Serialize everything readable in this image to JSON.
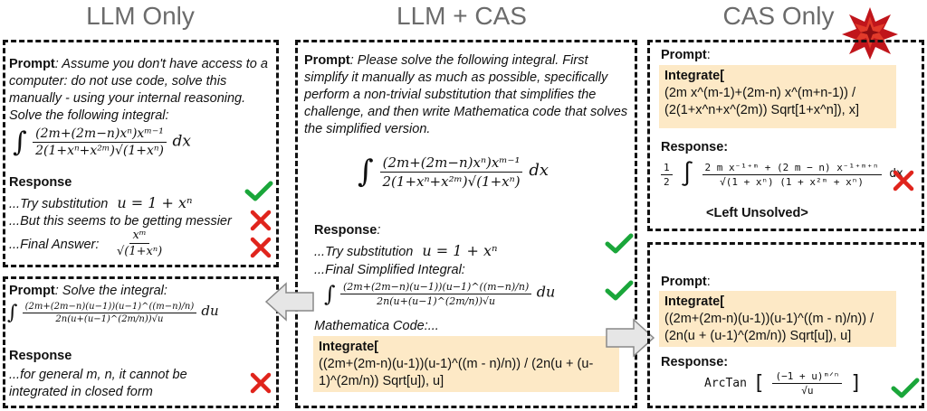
{
  "titles": {
    "llm_only": "LLM Only",
    "llm_cas": "LLM + CAS",
    "cas_only": "CAS Only"
  },
  "left_top": {
    "prompt_label": "Prompt",
    "prompt_text": ": Assume you don't have access to a computer: do not use code, solve this manually - using your internal reasoning. Solve the following integral:",
    "integral_num": "(2m+(2m−n)xⁿ)xᵐ⁻¹",
    "integral_den": "2(1+xⁿ+x²ᵐ)√(1+xⁿ)",
    "dx": "dx",
    "response_label": "Response",
    "line1": "...Try substitution",
    "line1_math": "u = 1 + xⁿ",
    "line2": "...But this seems to be getting messier",
    "line3": "...Final Answer:",
    "answer_num": "xᵐ",
    "answer_den": "√(1+xⁿ)"
  },
  "left_bottom": {
    "prompt_label": "Prompt",
    "prompt_text": ": Solve the integral:",
    "integral_num": "(2m+(2m−n)(u−1))(u−1)^((m−n)/n)",
    "integral_den": "2n(u+(u−1)^(2m/n))√u",
    "du": "du",
    "response_label": "Response",
    "response_text": "...for general m, n, it cannot be integrated in closed form"
  },
  "middle": {
    "prompt_label": "Prompt",
    "prompt_text": ": Please solve the following integral. First simplify it manually as much as possible, specifically perform a non-trivial substitution that simplifies the challenge, and then write Mathematica code that solves the simplified version.",
    "integral_num": "(2m+(2m−n)xⁿ)xᵐ⁻¹",
    "integral_den": "2(1+xⁿ+x²ᵐ)√(1+xⁿ)",
    "dx": "dx",
    "response_label": "Response",
    "line1": "...Try substitution",
    "line1_math": "u = 1 + xⁿ",
    "line2": "...Final Simplified Integral:",
    "simp_num": "(2m+(2m−n)(u−1))(u−1)^((m−n)/n)",
    "simp_den": "2n(u+(u−1)^(2m/n))√u",
    "du": "du",
    "code_label": "Mathematica Code:...",
    "code_head": "Integrate",
    "code_body": "((2m+(2m-n)(u-1))(u-1)^((m - n)/n)) / (2n(u + (u-1)^(2m/n)) Sqrt[u]), u]"
  },
  "right_top": {
    "prompt_label": "Prompt",
    "code_head": "Integrate",
    "code_body": "(2m x^(m-1)+(2m-n) x^(m+n-1)) / (2(1+x^n+x^(2m)) Sqrt[1+x^n]), x]",
    "response_label": "Response:",
    "half_num": "1",
    "half_den": "2",
    "resp_num": "2 m x⁻¹⁺ᵐ + (2 m − n) x⁻¹⁺ᵐ⁺ⁿ",
    "resp_den": "√(1 + xⁿ) (1 + x²ᵐ + xⁿ)",
    "dx": "dx",
    "unsolved": "<Left Unsolved>"
  },
  "right_bottom": {
    "prompt_label": "Prompt",
    "code_head": "Integrate",
    "code_body": "((2m+(2m-n)(u-1))(u-1)^((m - n)/n)) / (2n(u + (u-1)^(2m/n)) Sqrt[u]), u]",
    "response_label": "Response:",
    "arctan": "ArcTan",
    "res_num": "(−1 + u)ᵐᐟⁿ",
    "res_den": "√u"
  },
  "colors": {
    "check": "#1aa63a",
    "cross": "#e0241c",
    "code_bg": "#fde9c6",
    "title": "#6b6b6b"
  }
}
